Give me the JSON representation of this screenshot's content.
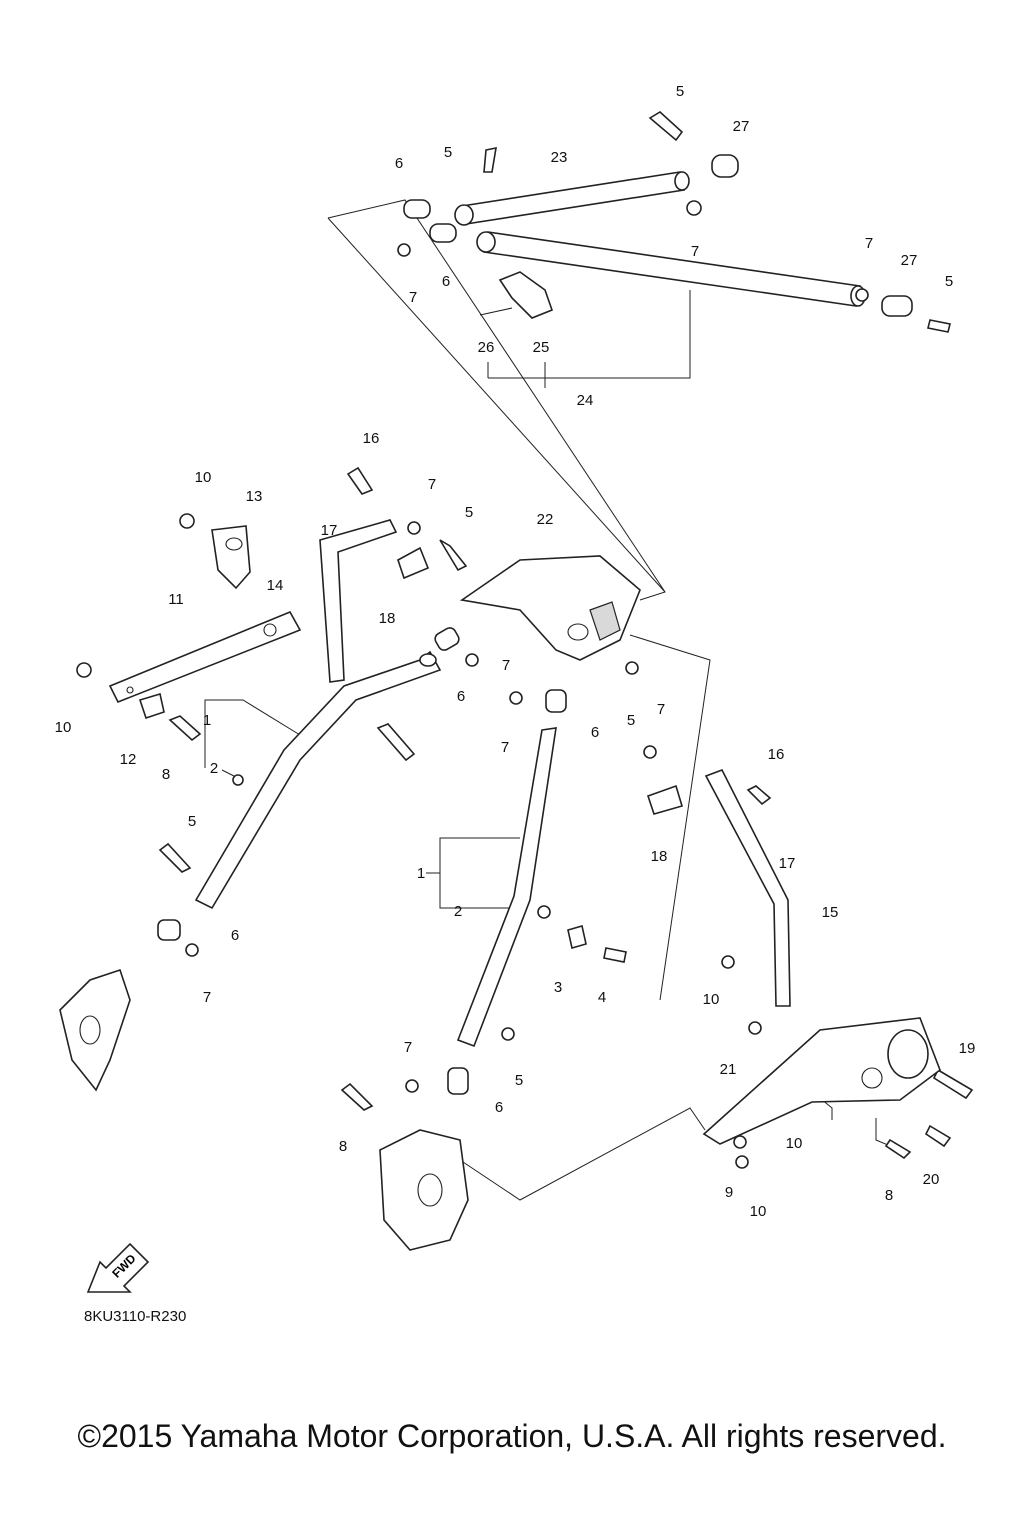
{
  "diagram_code": "8KU3110-R230",
  "copyright": "©2015 Yamaha Motor Corporation, U.S.A. All rights reserved.",
  "fwd_label": "FWD",
  "callouts": [
    "5",
    "27",
    "5",
    "23",
    "6",
    "7",
    "6",
    "7",
    "7",
    "27",
    "5",
    "26",
    "25",
    "24",
    "16",
    "10",
    "13",
    "7",
    "17",
    "5",
    "22",
    "14",
    "18",
    "11",
    "7",
    "10",
    "6",
    "5",
    "12",
    "8",
    "1",
    "2",
    "7",
    "6",
    "7",
    "16",
    "5",
    "18",
    "17",
    "6",
    "7",
    "1",
    "2",
    "15",
    "3",
    "4",
    "10",
    "7",
    "5",
    "19",
    "21",
    "6",
    "8",
    "10",
    "9",
    "10",
    "8",
    "20"
  ]
}
